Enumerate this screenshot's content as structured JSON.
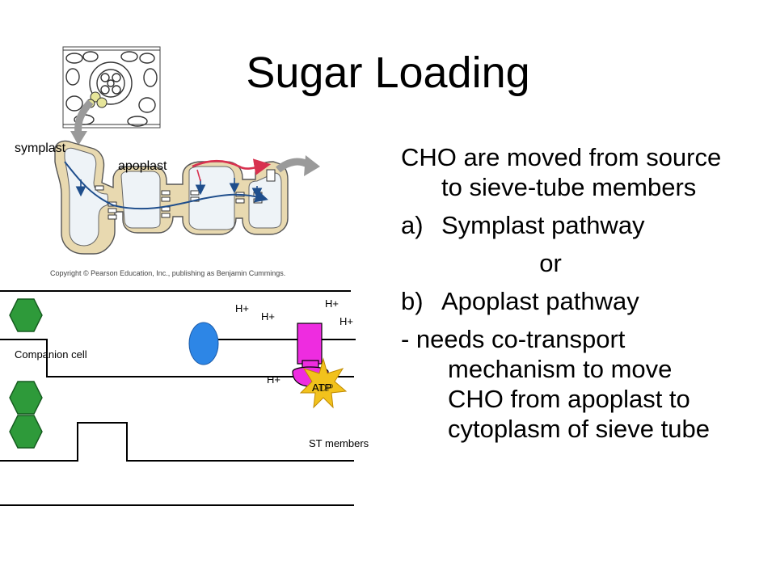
{
  "slide": {
    "title": "Sugar Loading",
    "intro": "CHO are moved from source to sieve-tube members",
    "options": [
      {
        "marker": "a)",
        "text": "Symplast pathway"
      },
      {
        "marker": "b)",
        "text": "Apoplast pathway"
      }
    ],
    "connector": "or",
    "note": "- needs co-transport mechanism to move CHO from apoplast to cytoplasm of sieve tube"
  },
  "top_diagram": {
    "symplast_label": "symplast",
    "apoplast_label": "apoplast",
    "copyright": "Copyright © Pearson Education, Inc., publishing as Benjamin Cummings."
  },
  "bottom_diagram": {
    "companion_cell_label": "Companion cell",
    "st_members_label": "ST members",
    "proton_label": "H+",
    "atp_label": "ATP",
    "adp_label": "ADP"
  },
  "colors": {
    "cell_wall": "#e8d9b0",
    "pathway_arrow": "#1f4e8c",
    "apoplast_arrow": "#d8314f",
    "sugar_hexagon": "#2e9a3a",
    "carrier_protein": "#2d86e6",
    "proton_pump": "#ee2ce0",
    "atp_burst": "#f2c21c",
    "gray_arrow": "#9a9a9a"
  }
}
